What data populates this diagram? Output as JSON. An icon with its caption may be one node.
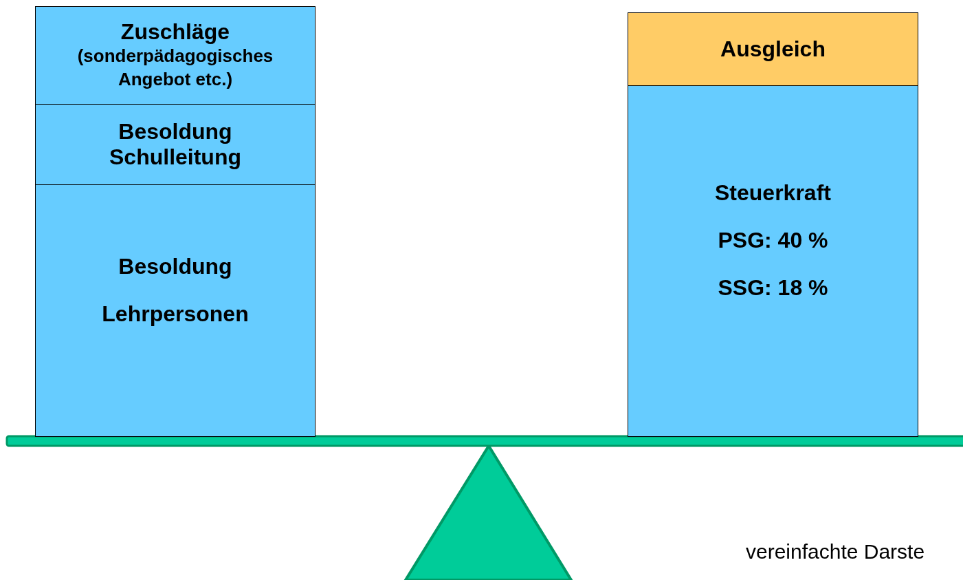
{
  "diagram": {
    "nodes": [
      {
        "text": [
          "Zuschläge",
          "(sonderpädagogisches Angebot etc.)"
        ]
      },
      {
        "text": [
          "Besoldung Schulleitung"
        ]
      },
      {
        "text": [
          "Besoldung",
          "Lehrpersonen"
        ]
      },
      {
        "text": [
          "Ausgleich"
        ]
      },
      {
        "text": [
          "Steuerkraft",
          "PSG: 40 %",
          "SSG: 18 %"
        ]
      }
    ],
    "edges": [],
    "labels": [
      "vereinfachte Darste"
    ]
  }
}
